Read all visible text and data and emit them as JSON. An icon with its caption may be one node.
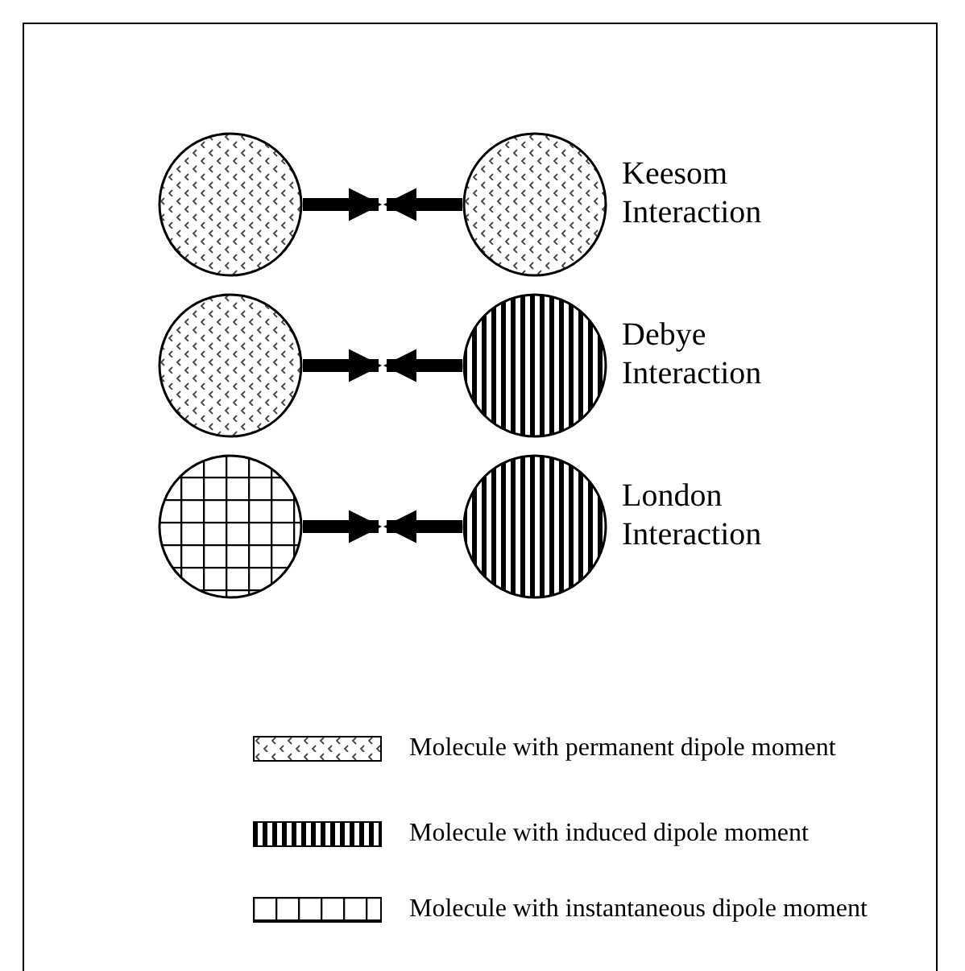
{
  "diagram": {
    "nodes": [
      {
        "text": [],
        "shape": "circle"
      },
      {
        "text": [],
        "shape": "circle"
      },
      {
        "text": [],
        "shape": "circle"
      },
      {
        "text": [],
        "shape": "circle"
      },
      {
        "text": [],
        "shape": "circle"
      },
      {
        "text": [],
        "shape": "circle"
      }
    ],
    "edges": [
      {
        "from": 0,
        "to": null,
        "arrow": "to"
      },
      {
        "from": 1,
        "to": null,
        "arrow": "to"
      },
      {
        "from": 2,
        "to": null,
        "arrow": "to"
      },
      {
        "from": 3,
        "to": null,
        "arrow": "to"
      },
      {
        "from": 4,
        "to": null,
        "arrow": "to"
      },
      {
        "from": 5,
        "to": null,
        "arrow": "to"
      }
    ],
    "labels": [
      "Keesom Interaction",
      "Debye Interaction",
      "London Interaction"
    ],
    "legend": [
      {
        "text": "Molecule with permanent dipole moment"
      },
      {
        "text": "Molecule with induced dipole moment"
      },
      {
        "text": "Molecule with instantaneous dipole moment"
      }
    ]
  }
}
